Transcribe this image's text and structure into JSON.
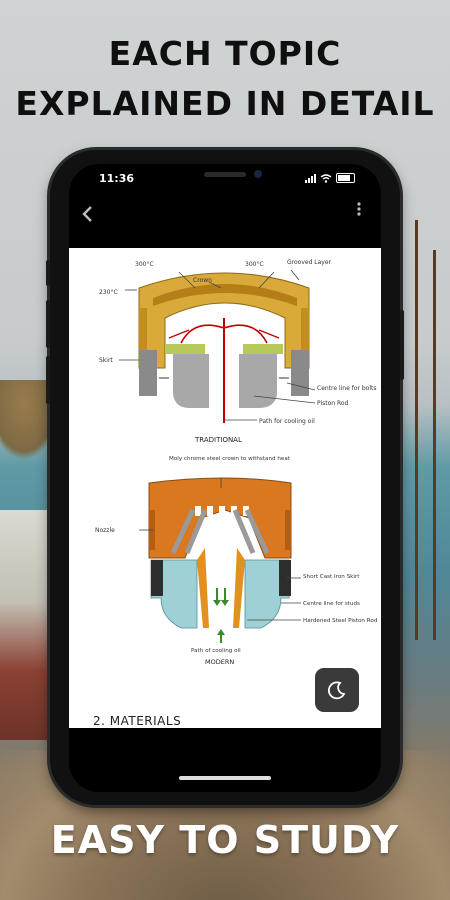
{
  "promo": {
    "headline_line1": "EACH TOPIC",
    "headline_line2": "EXPLAINED IN DETAIL",
    "bottom_text": "EASY TO STUDY"
  },
  "status_bar": {
    "time": "11:36"
  },
  "app_bar": {
    "back_icon": "arrow-left-icon",
    "menu_icon": "more-vertical-icon"
  },
  "diagram": {
    "traditional": {
      "caption": "TRADITIONAL",
      "labels": {
        "temp_left_top": "300°C",
        "temp_right_top": "300°C",
        "temp_left_mid": "230°C",
        "crown": "Crown",
        "grooved_layer": "Grooved Layer",
        "skirt": "Skirt",
        "centre_line_bolts": "Centre line for bolts",
        "piston_rod": "Piston Rod",
        "path_cooling_oil": "Path for cooling oil"
      }
    },
    "modern": {
      "caption": "MODERN",
      "labels": {
        "crown_note": "Moly chrome steel crown to withstand heat",
        "nozzle": "Nozzle",
        "short_cast_skirt": "Short Cast Iron Skirt",
        "centre_line_studs": "Centre line for studs",
        "hardened_rod": "Hardened Steel Piston Rod",
        "path_cooling_oil": "Path of cooling oil"
      }
    }
  },
  "section_title": "2. MATERIALS",
  "night_mode_icon": "moon-icon",
  "colors": {
    "crown_traditional": "#d9a93a",
    "crown_modern": "#d9781f",
    "skirt_modern": "#9fd0d6",
    "oil_path": "#c00000",
    "night_button": "#3a3a3a"
  }
}
